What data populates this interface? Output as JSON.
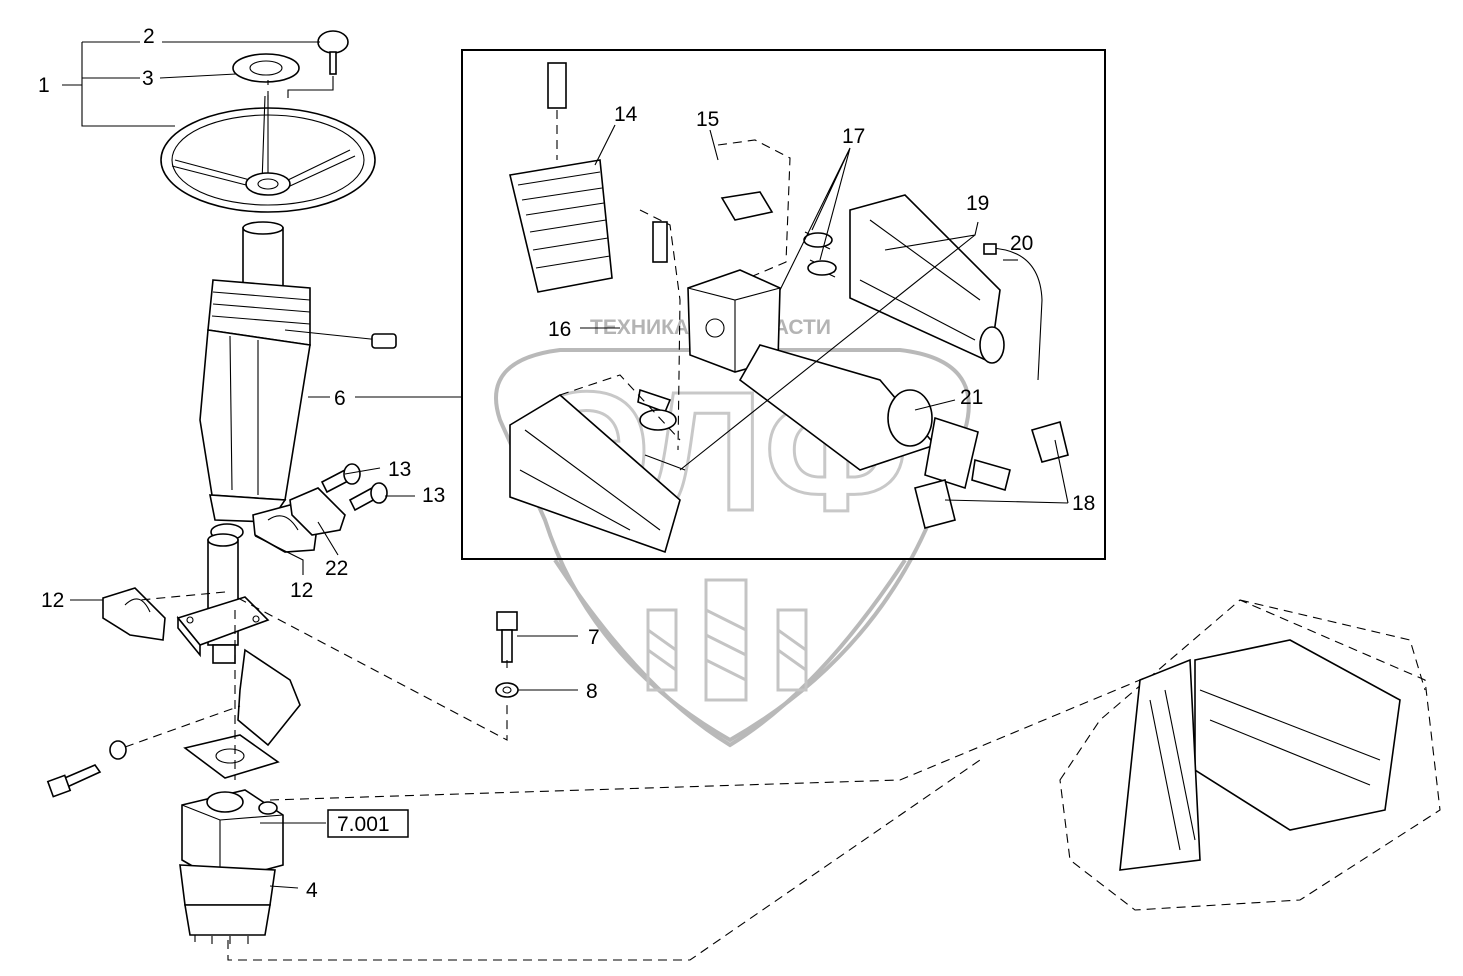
{
  "watermark": {
    "text": "ТЕХНИКА И ЗАПЧАСТИ",
    "logo": "ЭЛФ"
  },
  "reference_box": "7.001",
  "callouts": {
    "c1": "1",
    "c2": "2",
    "c3": "3",
    "c4": "4",
    "c6": "6",
    "c7": "7",
    "c8": "8",
    "c12a": "12",
    "c12b": "12",
    "c13a": "13",
    "c13b": "13",
    "c14": "14",
    "c15": "15",
    "c16": "16",
    "c17": "17",
    "c18": "18",
    "c19": "19",
    "c20": "20",
    "c21": "21",
    "c22": "22"
  }
}
